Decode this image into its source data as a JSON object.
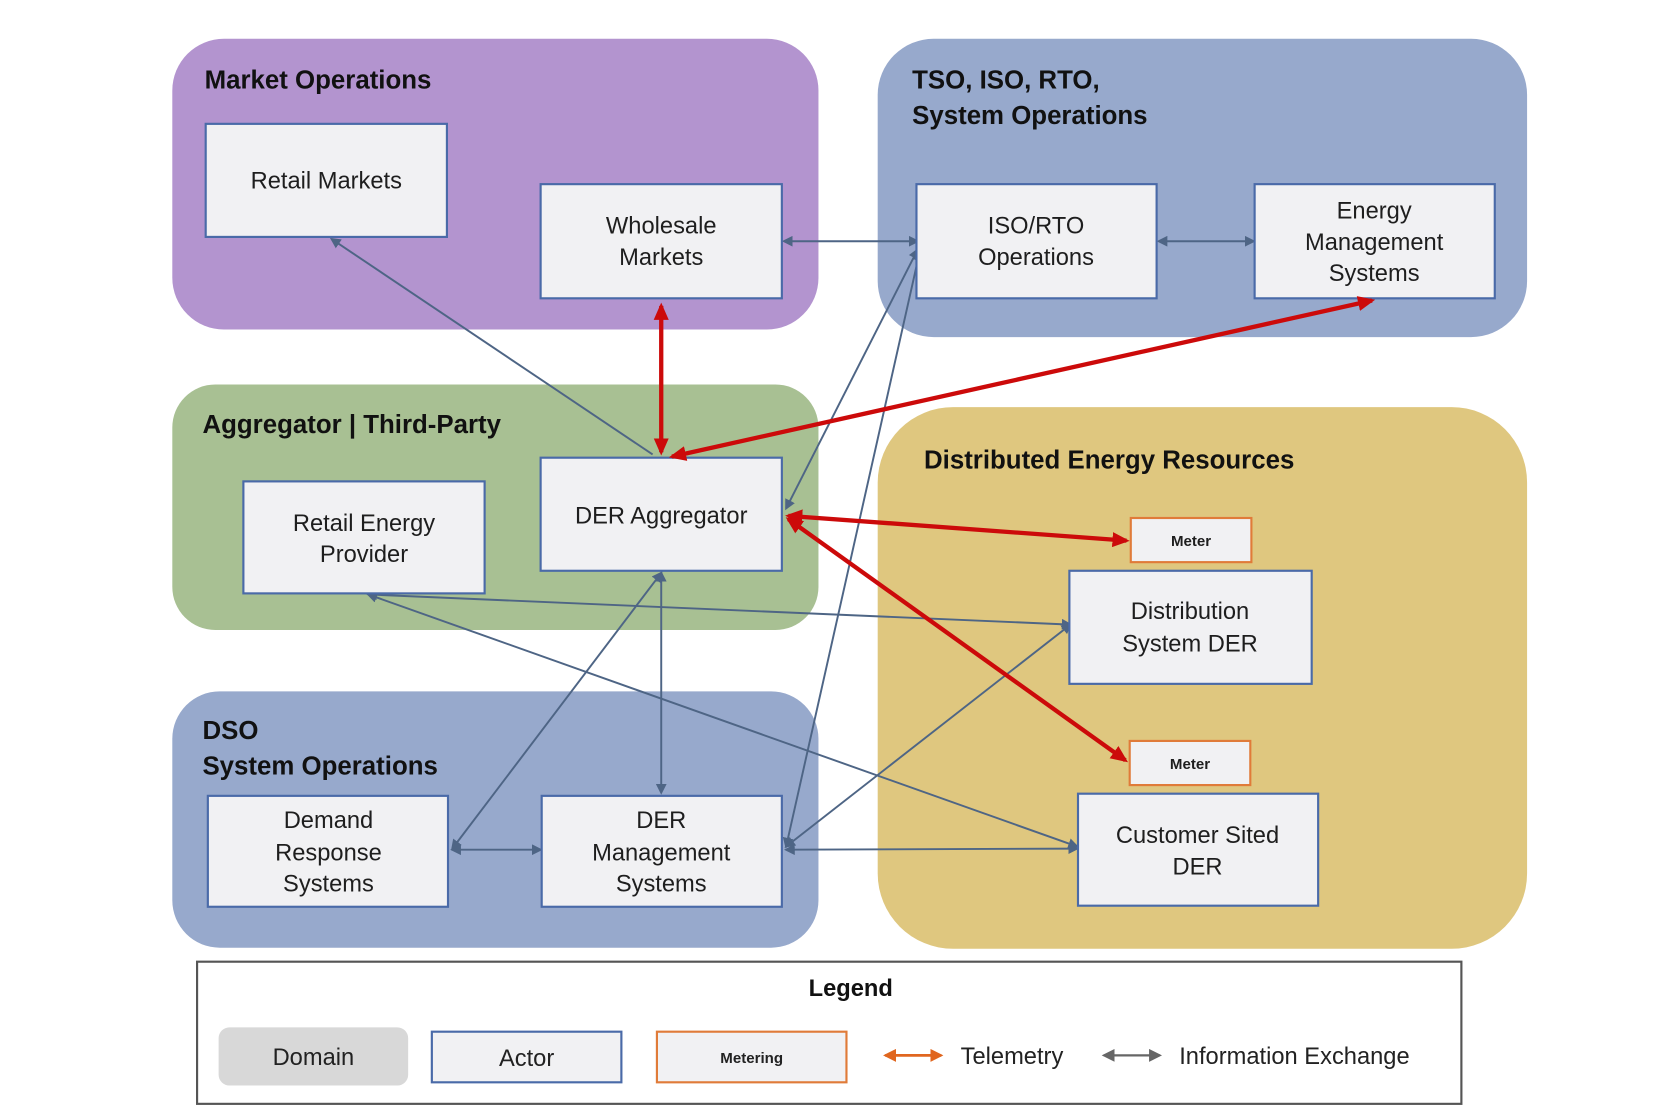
{
  "domains": [
    {
      "id": "market",
      "title_lines": [
        "Market Operations"
      ],
      "color": "#b394cf"
    },
    {
      "id": "tso",
      "title_lines": [
        "TSO, ISO, RTO,",
        "System Operations"
      ],
      "color": "#97a9cc"
    },
    {
      "id": "aggregator",
      "title_lines": [
        "Aggregator | Third-Party"
      ],
      "color": "#a8c093"
    },
    {
      "id": "der",
      "title_lines": [
        "Distributed Energy Resources"
      ],
      "color": "#dfc77f"
    },
    {
      "id": "dso",
      "title_lines": [
        "DSO",
        "System Operations"
      ],
      "color": "#97a9cc"
    }
  ],
  "actors": {
    "retail_markets": [
      "Retail Markets"
    ],
    "wholesale_markets": [
      "Wholesale",
      "Markets"
    ],
    "iso_rto": [
      "ISO/RTO",
      "Operations"
    ],
    "ems": [
      "Energy",
      "Management",
      "Systems"
    ],
    "retail_energy_provider": [
      "Retail Energy",
      "Provider"
    ],
    "der_aggregator": [
      "DER Aggregator"
    ],
    "distribution_der": [
      "Distribution",
      "System DER"
    ],
    "customer_der": [
      "Customer Sited",
      "DER"
    ],
    "demand_response": [
      "Demand",
      "Response",
      "Systems"
    ],
    "derms": [
      "DER",
      "Management",
      "Systems"
    ]
  },
  "meters": {
    "meter_1": "Meter",
    "meter_2": "Meter"
  },
  "connections": [
    {
      "from": "der_aggregator",
      "to": "retail_markets",
      "type": "information"
    },
    {
      "from": "wholesale_markets",
      "to": "iso_rto",
      "type": "information",
      "bidirectional": true
    },
    {
      "from": "iso_rto",
      "to": "ems",
      "type": "information",
      "bidirectional": true
    },
    {
      "from": "wholesale_markets",
      "to": "der_aggregator",
      "type": "telemetry",
      "bidirectional": true
    },
    {
      "from": "ems",
      "to": "der_aggregator",
      "type": "telemetry",
      "bidirectional": true
    },
    {
      "from": "der_aggregator",
      "to": "meter_1",
      "type": "telemetry",
      "bidirectional": true
    },
    {
      "from": "der_aggregator",
      "to": "meter_2",
      "type": "telemetry",
      "bidirectional": true
    },
    {
      "from": "der_aggregator",
      "to": "iso_rto",
      "type": "information",
      "bidirectional": true
    },
    {
      "from": "derms",
      "to": "iso_rto",
      "type": "information",
      "bidirectional": true
    },
    {
      "from": "der_aggregator",
      "to": "demand_response",
      "type": "information",
      "bidirectional": true
    },
    {
      "from": "der_aggregator",
      "to": "derms",
      "type": "information",
      "bidirectional": true
    },
    {
      "from": "demand_response",
      "to": "derms",
      "type": "information",
      "bidirectional": true
    },
    {
      "from": "derms",
      "to": "distribution_der",
      "type": "information",
      "bidirectional": true
    },
    {
      "from": "derms",
      "to": "customer_der",
      "type": "information",
      "bidirectional": true
    },
    {
      "from": "distribution_der",
      "to": "retail_energy_provider",
      "type": "information",
      "bidirectional": true
    },
    {
      "from": "retail_energy_provider",
      "to": "customer_der",
      "type": "information",
      "bidirectional": true
    }
  ],
  "legend": {
    "title": "Legend",
    "domain_label": "Domain",
    "actor_label": "Actor",
    "metering_label": "Metering",
    "telemetry_label": "Telemetry",
    "info_exchange_label": "Information Exchange",
    "colors": {
      "domain": "#d8d8d8",
      "actor_border": "#4a6aa8",
      "metering_border": "#e07b39",
      "telemetry": "#e0661f",
      "info_exchange": "#666666",
      "diagram_telemetry": "#cc0a0a",
      "diagram_info": "#4e6585"
    }
  }
}
